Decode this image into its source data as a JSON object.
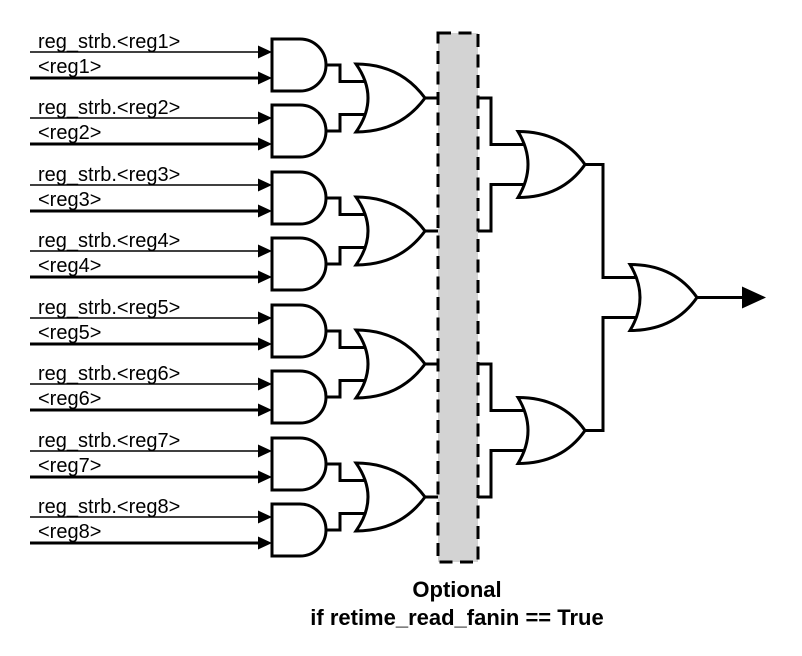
{
  "colors": {
    "background": "#ffffff",
    "line": "#000000",
    "optional_fill": "#d3d3d3"
  },
  "signals": [
    {
      "strobe": "reg_strb.<reg1>",
      "data": "<reg1>"
    },
    {
      "strobe": "reg_strb.<reg2>",
      "data": "<reg2>"
    },
    {
      "strobe": "reg_strb.<reg3>",
      "data": "<reg3>"
    },
    {
      "strobe": "reg_strb.<reg4>",
      "data": "<reg4>"
    },
    {
      "strobe": "reg_strb.<reg5>",
      "data": "<reg5>"
    },
    {
      "strobe": "reg_strb.<reg6>",
      "data": "<reg6>"
    },
    {
      "strobe": "reg_strb.<reg7>",
      "data": "<reg7>"
    },
    {
      "strobe": "reg_strb.<reg8>",
      "data": "<reg8>"
    }
  ],
  "caption": {
    "line1": "Optional",
    "line2": "if retime_read_fanin == True"
  }
}
